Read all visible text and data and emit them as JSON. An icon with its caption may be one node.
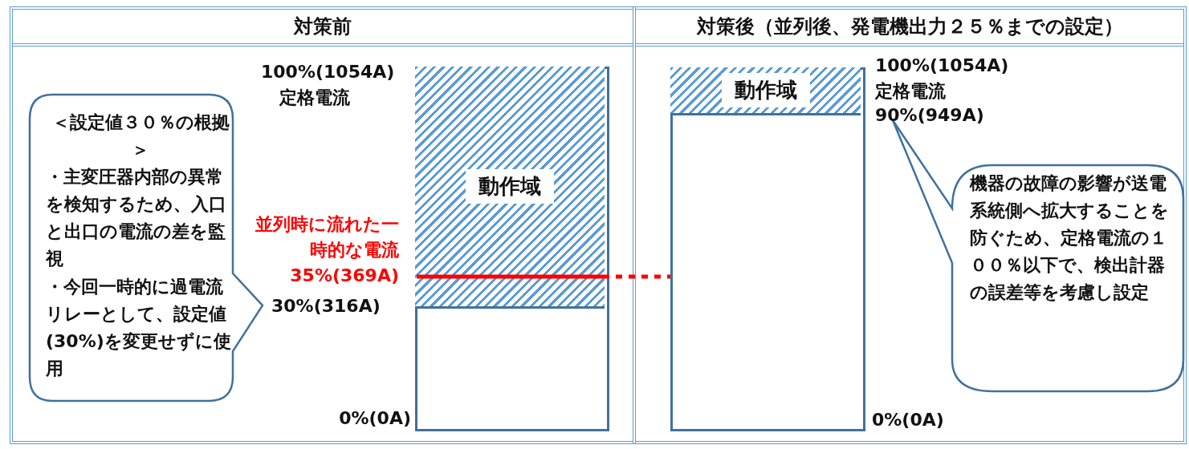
{
  "diagram": {
    "nodes": [
      {
        "text": [
          "対策前"
        ]
      },
      {
        "text": [
          "対策後（並列後、発電機出力２５％までの設定）"
        ]
      },
      {
        "text": [
          "＜設定値３０％の根拠＞",
          "・主変圧器内部の異常を検知するため、入口と出口の電流の差を監視",
          "・今回一時的に過電流リレーとして、設定値(30%)を変更せずに使用"
        ],
        "in": 0
      },
      {
        "text": [],
        "shape": "bar",
        "in": 0
      },
      {
        "text": [
          "動作域"
        ],
        "in": 3
      },
      {
        "text": [],
        "shape": "bar",
        "in": 1
      },
      {
        "text": [
          "動作域"
        ],
        "in": 5
      },
      {
        "text": [
          "機器の故障の影響が送電系統側へ拡大することを防ぐため、定格電流の１００％以下で、検出計器の誤差等を考慮し設定"
        ],
        "in": 1
      }
    ],
    "edges": [
      {
        "from": 4,
        "to": 5,
        "arrow": "none",
        "style": "dashed",
        "color": "#ff0000"
      }
    ],
    "labels": [
      "100%(1054A)",
      "定格電流",
      "並列時に流れた一時的な電流",
      "35%(369A)",
      "30%(316A)",
      "0%(0A)",
      "100%(1054A)",
      "定格電流",
      "90%(949A)",
      "0%(0A)"
    ]
  }
}
